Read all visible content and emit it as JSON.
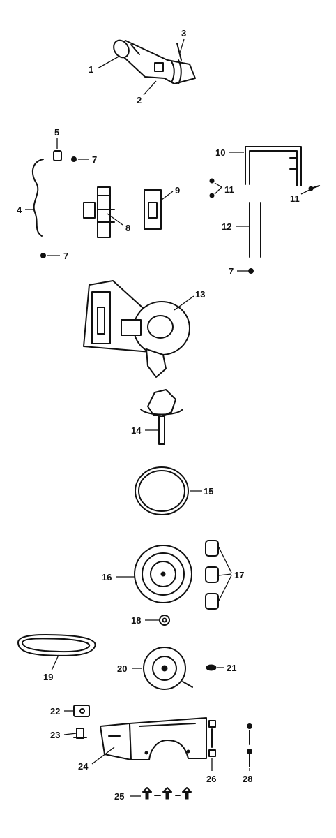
{
  "callouts": [
    "1",
    "2",
    "3",
    "4",
    "5",
    "7",
    "7",
    "7",
    "8",
    "9",
    "10",
    "11",
    "11",
    "12",
    "13",
    "14",
    "15",
    "16",
    "17",
    "18",
    "19",
    "20",
    "21",
    "22",
    "23",
    "24",
    "25",
    "26",
    "28"
  ]
}
